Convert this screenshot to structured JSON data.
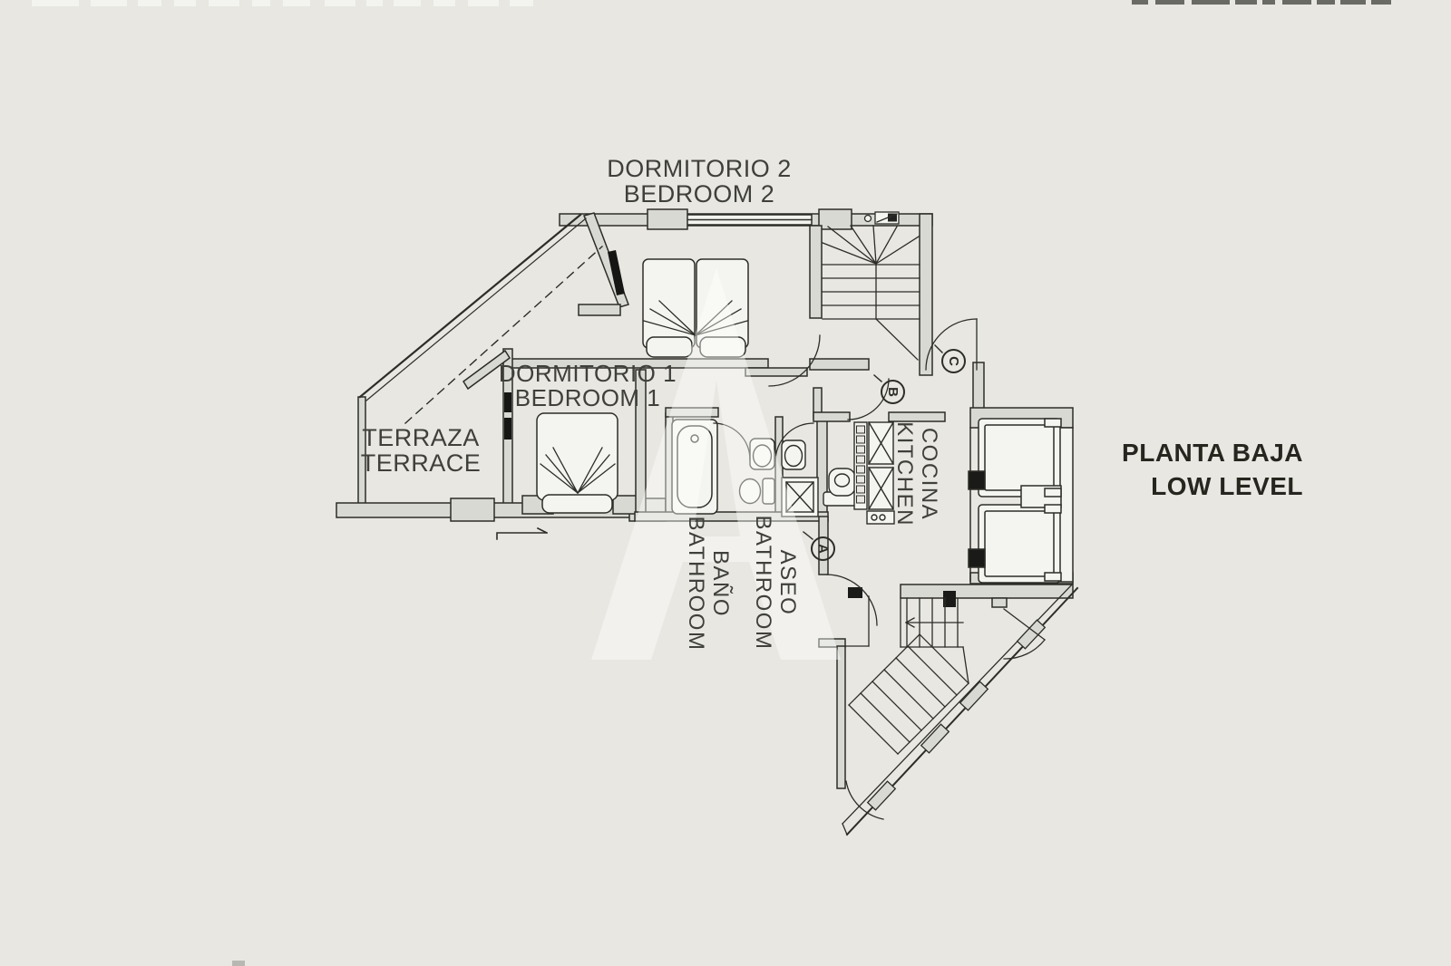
{
  "labels": {
    "bedroom2": {
      "primary": "DORMITORIO 2",
      "secondary": "BEDROOM 2"
    },
    "bedroom1": {
      "primary": "DORMITORIO 1",
      "secondary": "BEDROOM 1"
    },
    "terrace": {
      "primary": "TERRAZA",
      "secondary": "TERRACE"
    },
    "bathroom": {
      "primary": "BAÑO",
      "secondary": "BATHROOM"
    },
    "toilet": {
      "primary": "ASEO",
      "secondary": "BATHROOM"
    },
    "kitchen": {
      "primary": "COCINA",
      "secondary": "KITCHEN"
    },
    "floor": {
      "primary": "PLANTA BAJA",
      "secondary": "LOW LEVEL"
    }
  },
  "section_markers": {
    "a": "A",
    "b": "B",
    "c": "C"
  },
  "colors": {
    "background": "#e8e7e2",
    "line": "#2d2d28",
    "wall_fill": "#d9d9d4",
    "fixture_fill": "#f4f4f0",
    "label_text": "#3f3f3b",
    "floor_title_text": "#26261f",
    "watermark": "#ffffff"
  }
}
